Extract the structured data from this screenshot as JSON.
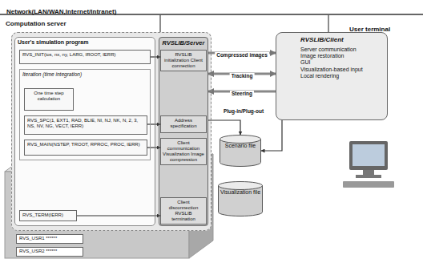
{
  "diagram": {
    "nodes": [
      {
        "text": [
          "Computation server"
        ]
      },
      {
        "text": [
          "User's simulation program"
        ],
        "in": 0
      },
      {
        "text": [
          "RVS_INIT(ios, nx, ny, LARG, IROOT, IERR)"
        ],
        "in": 1
      },
      {
        "text": [
          "Iteration (time integration)"
        ],
        "in": 1
      },
      {
        "text": [
          "One time step calculation"
        ],
        "in": 3
      },
      {
        "text": [
          "RVS_SPC(1, EXT1, RAD, BLIE, NI, NJ, NK, N, 2, 3, NS, NV, NG, VECT, IERR)"
        ],
        "in": 3
      },
      {
        "text": [
          "RVS_MAIN(NSTEP, TROOT, RPROC, PROC, IERR)"
        ],
        "in": 3
      },
      {
        "text": [
          "RVS_TERM(IERR)"
        ],
        "in": 1
      },
      {
        "text": [
          "RVSLIB/Server"
        ],
        "in": 0
      },
      {
        "text": [
          "RVSLIB initialization Client connection"
        ],
        "in": 8
      },
      {
        "text": [
          "Address specification"
        ],
        "in": 8
      },
      {
        "text": [
          "Client communication Visualization Image compression"
        ],
        "in": 8
      },
      {
        "text": [
          "Client disconnection RVSLIB termination"
        ],
        "in": 8
      },
      {
        "text": [
          "RVS_USR1 ******"
        ]
      },
      {
        "text": [
          "RVS_USR2 ******"
        ]
      },
      {
        "text": [
          "RVSLIB/Client",
          "Server communication",
          "Image restoration",
          "GUI",
          "Visualization-based input",
          "Local rendering"
        ]
      },
      {
        "text": [
          "Scenario file"
        ]
      },
      {
        "text": [
          "Visualization file"
        ]
      }
    ],
    "edges": [
      {
        "from": 2,
        "to": 9,
        "arrow": "to"
      },
      {
        "from": 5,
        "to": 10,
        "arrow": "to"
      },
      {
        "from": 6,
        "to": 11,
        "arrow": "to"
      },
      {
        "from": 7,
        "to": 12,
        "arrow": "to"
      },
      {
        "from": 8,
        "to": 15,
        "label": "Compressed images",
        "arrow": "to"
      },
      {
        "from": 15,
        "to": 8,
        "label": "Tracking",
        "arrow": "both"
      },
      {
        "from": 15,
        "to": 8,
        "label": "Steering",
        "arrow": "to"
      },
      {
        "from": 8,
        "to": 16,
        "arrow": "to"
      },
      {
        "from": 15,
        "to": 16,
        "label": "Plug-in/Plug-out",
        "arrow": "to"
      }
    ],
    "labels": [
      "Network(LAN/WAN,Internet/Intranet)",
      "User terminal"
    ]
  }
}
